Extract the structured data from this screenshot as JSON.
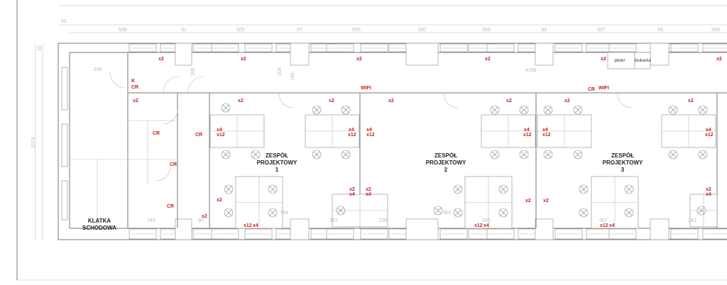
{
  "colors": {
    "annotation": "#c81e1e",
    "walls": "#777777",
    "dimensions": "#b8b8b8"
  },
  "dimensions": {
    "top": [
      "538",
      "91",
      "505",
      "97",
      "505",
      "160",
      "505",
      "93",
      "507",
      "93",
      "509"
    ],
    "offset_top": "52",
    "offset_left": "53",
    "overall_length": "4168",
    "overall_height": "1079",
    "corridor_width": "296",
    "corridor_depth": [
      "205",
      "204",
      "140"
    ],
    "bottom": [
      "243",
      "80",
      "764",
      "257",
      "236",
      "901",
      "505",
      "507",
      "242"
    ]
  },
  "rooms": {
    "stairs": [
      "KLATKA",
      "SCHODOWA"
    ],
    "teams": [
      {
        "line1": "ZESPÓŁ",
        "line2": "PROJEKTOWY",
        "number": "1"
      },
      {
        "line1": "ZESPÓŁ",
        "line2": "PROJEKTOWY",
        "number": "2"
      },
      {
        "line1": "ZESPÓŁ",
        "line2": "PROJEKTOWY",
        "number": "3"
      }
    ],
    "equipment": [
      "ploter",
      "drukarka"
    ]
  },
  "annotations": [
    "x2",
    "x2",
    "x2",
    "x2",
    "x2",
    "x2",
    "K",
    "CR",
    "WIFI",
    "CR",
    "WIFI",
    "x2",
    "x2",
    "x2",
    "x2",
    "x2",
    "x2",
    "x2",
    "CR",
    "CR",
    "CR",
    "CR",
    "x2",
    "x4",
    "x12",
    "x4",
    "x12",
    "x4",
    "x12",
    "x4",
    "x12",
    "x4",
    "x12",
    "x4",
    "x12",
    "x2",
    "x2",
    "x4",
    "x2",
    "x4",
    "x2",
    "x2",
    "x2",
    "x4",
    "x12",
    "x4",
    "x12",
    "x4",
    "x12",
    "x4"
  ]
}
